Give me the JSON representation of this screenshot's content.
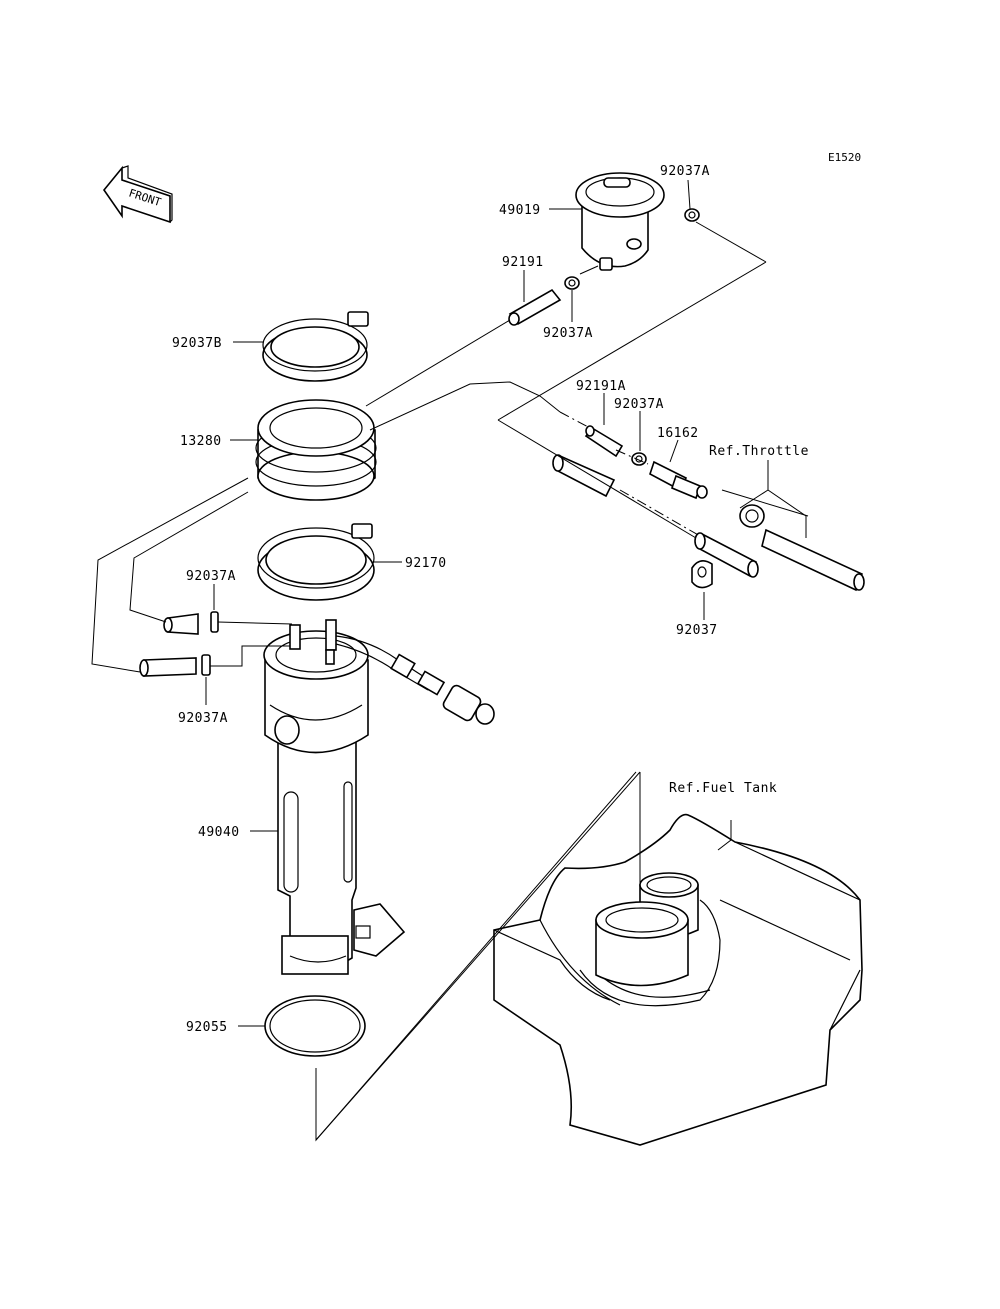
{
  "diagram_code": "E1520",
  "front_label": "FRONT",
  "parts": {
    "p49019": "49019",
    "p92037A_top": "92037A",
    "p92191": "92191",
    "p92037A_mid": "92037A",
    "p92037B": "92037B",
    "p13280": "13280",
    "p92170": "92170",
    "p92037A_left1": "92037A",
    "p92037A_left2": "92037A",
    "p49040": "49040",
    "p92055": "92055",
    "p92191A": "92191A",
    "p92037A_right": "92037A",
    "p16162": "16162",
    "p92037": "92037"
  },
  "references": {
    "throttle": "Ref.Throttle",
    "fuel_tank": "Ref.Fuel Tank"
  }
}
